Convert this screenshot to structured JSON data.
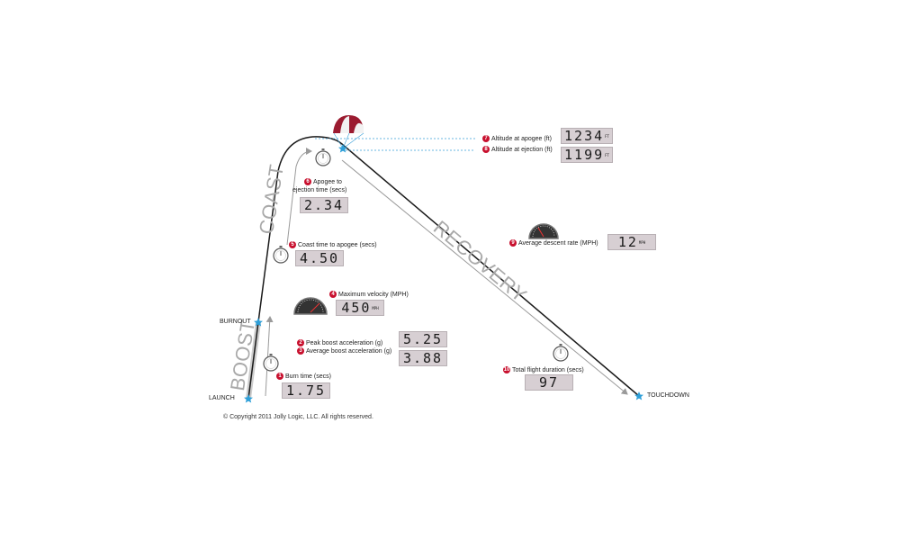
{
  "phases": {
    "boost": "BOOST",
    "coast": "COAST",
    "recovery": "RECOVERY"
  },
  "points": {
    "launch": "LAUNCH",
    "burnout": "BURNOUT",
    "touchdown": "TOUCHDOWN"
  },
  "metrics": [
    {
      "num": "1",
      "label": "Burn time (secs)",
      "value": "1.75",
      "unit": ""
    },
    {
      "num": "2",
      "label": "Peak boost acceleration (g)",
      "value": "5.25",
      "unit": ""
    },
    {
      "num": "3",
      "label": "Average boost acceleration (g)",
      "value": "3.88",
      "unit": ""
    },
    {
      "num": "4",
      "label": "Maximum velocity (MPH)",
      "value": "450",
      "unit": "MPH"
    },
    {
      "num": "5",
      "label": "Coast time to apogee (secs)",
      "value": "4.50",
      "unit": ""
    },
    {
      "num": "6",
      "label": "Apogee to ejection time (secs)",
      "label_line1": "Apogee to",
      "label_line2": "ejection time (secs)",
      "value": "2.34",
      "unit": ""
    },
    {
      "num": "7",
      "label": "Altitude at apogee (ft)",
      "value": "1234",
      "unit": "FT"
    },
    {
      "num": "8",
      "label": "Altitude at ejection (ft)",
      "value": "1199",
      "unit": "FT"
    },
    {
      "num": "9",
      "label": "Average descent rate (MPH)",
      "value": "12",
      "unit": "MPH"
    },
    {
      "num": "10",
      "label": "Total flight duration (secs)",
      "value": "97",
      "unit": ""
    }
  ],
  "copyright": "© Copyright 2011 Jolly Logic, LLC. All rights reserved.",
  "colors": {
    "lcd_bg": "#d7cfd3",
    "badge": "#c8102e",
    "star": "#2e9fd8",
    "guide_line": "#3aa0d8",
    "flight_path": "#1a1a1a",
    "phase_arrow": "#9a9a9a"
  }
}
